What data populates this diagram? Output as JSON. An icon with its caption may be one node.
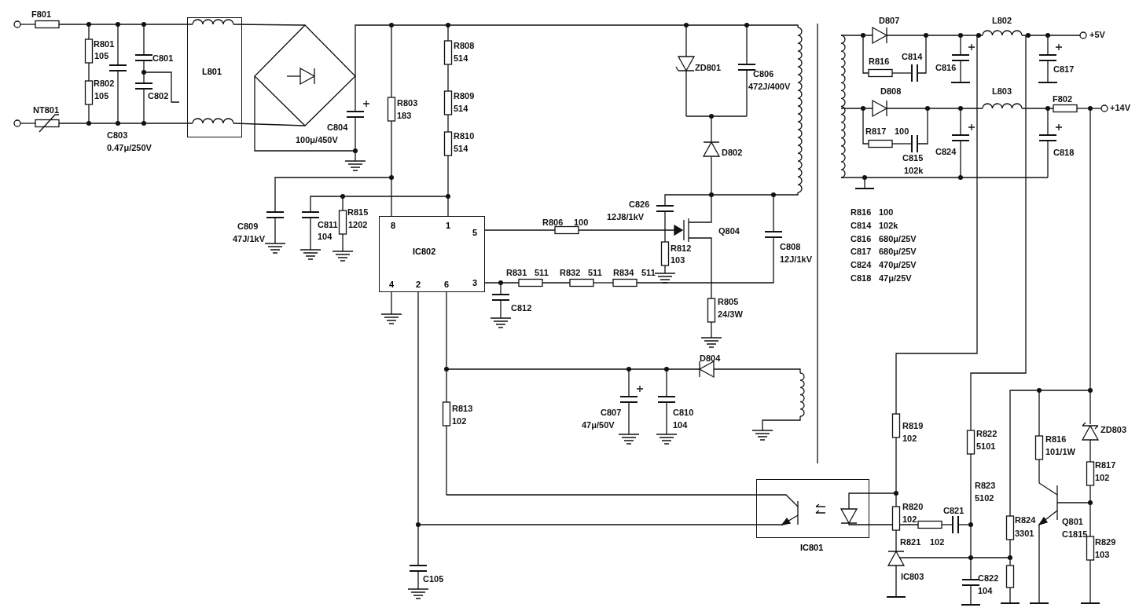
{
  "diagram": {
    "nodes": [
      {
        "text": [
          "L801"
        ]
      },
      {
        "text": [
          "IC802",
          "8",
          "1",
          "5",
          "4",
          "2",
          "6",
          "3"
        ]
      },
      {
        "text": [
          "IC801"
        ]
      }
    ],
    "edges": [
      {
        "from": 1,
        "to": 2,
        "arrow": "none"
      }
    ],
    "labels": [
      "F801",
      "R801",
      "105",
      "C801",
      "R802",
      "105",
      "C802",
      "NT801",
      "C803",
      "0.47μ/250V",
      "C804",
      "100μ/450V",
      "R803",
      "183",
      "R808",
      "514",
      "R809",
      "514",
      "R810",
      "514",
      "ZD801",
      "C806",
      "472J/400V",
      "D802",
      "C826",
      "12J8/1kV",
      "R806",
      "100",
      "Q804",
      "R812",
      "103",
      "C808",
      "12J/1kV",
      "R831",
      "511",
      "R832",
      "511",
      "R834",
      "511",
      "C812",
      "C809",
      "47J/1kV",
      "C811",
      "104",
      "R815",
      "1202",
      "R805",
      "24/3W",
      "D804",
      "C807",
      "47μ/50V",
      "C810",
      "104",
      "R813",
      "102",
      "C105",
      "D807",
      "L802",
      "+5V",
      "R816",
      "C814",
      "C816",
      "C817",
      "D808",
      "L803",
      "F802",
      "+14V",
      "R817",
      "100",
      "C815",
      "102k",
      "C824",
      "C818",
      "R816",
      "100",
      "C814",
      "102k",
      "C816",
      "680μ/25V",
      "C817",
      "680μ/25V",
      "C824",
      "470μ/25V",
      "C818",
      "47μ/25V",
      "R819",
      "102",
      "R822",
      "5101",
      "R816",
      "101/1W",
      "ZD803",
      "R817",
      "102",
      "R823",
      "5102",
      "R820",
      "102",
      "C821",
      "R824",
      "3301",
      "Q801",
      "C1815",
      "R829",
      "103",
      "R821",
      "102",
      "IC803",
      "C822",
      "104"
    ]
  }
}
